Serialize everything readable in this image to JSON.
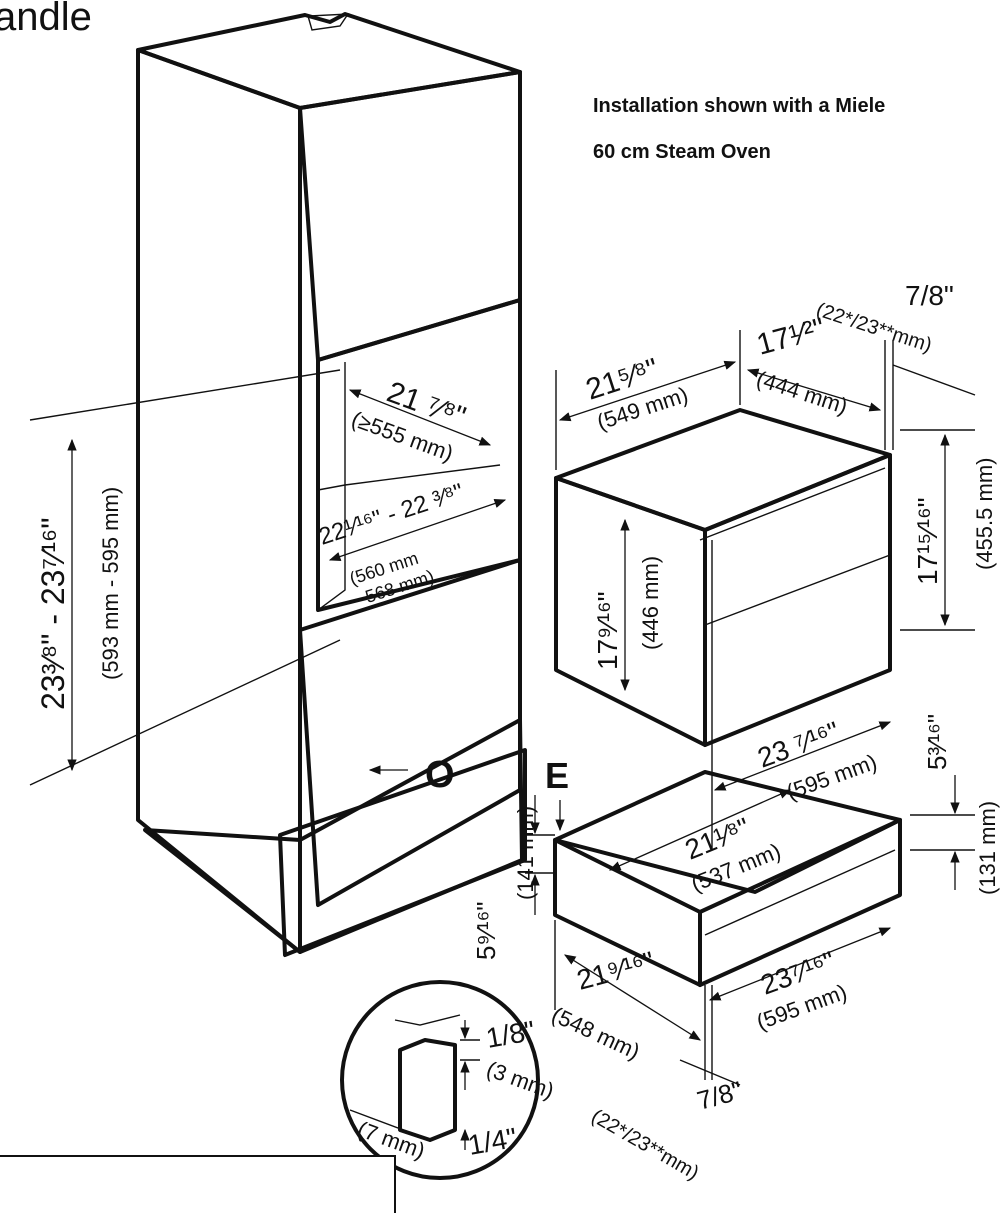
{
  "header_fragment": "andle",
  "note": {
    "line1": "Installation shown with a Miele",
    "line2": "60 cm Steam Oven"
  },
  "markers": {
    "o": "O",
    "e": "E"
  },
  "colors": {
    "cabinet": "#a7a9ac",
    "cabinet_dark": "#8a8c8f",
    "outline": "#111111",
    "background": "#ffffff"
  },
  "niche": {
    "height_in": "23³⁄⁸\" - 23⁷⁄¹⁶\"",
    "height_mm": "(593 mm - 595 mm)",
    "depth_in": "21 ⁷⁄⁸\"",
    "depth_mm": "(≥555 mm)",
    "width_in": "22¹⁄¹⁶\" - 22 ³⁄⁸\"",
    "width_mm_1": "(560 mm",
    "width_mm_2": "-568 mm)"
  },
  "oven": {
    "depth_in": "21⁵⁄⁸\"",
    "depth_mm": "(549 mm)",
    "body_depth_in": "17¹⁄²\"",
    "body_depth_mm": "(444 mm)",
    "front_in": "7/8\"",
    "front_mm": "(22*/23**mm)",
    "height_in": "17¹⁵⁄¹⁶\"",
    "height_mm": "(455.5 mm)",
    "inner_height_in": "17⁹⁄¹⁶\"",
    "inner_height_mm": "(446 mm)",
    "width_in": "23 ⁷⁄¹⁶\"",
    "width_mm": "(595 mm)"
  },
  "drawer": {
    "depth_in": "21¹⁄⁸\"",
    "depth_mm": "(537 mm)",
    "height_in": "5³⁄¹⁶\"",
    "height_mm": "(131 mm)",
    "gap_in": "5⁹⁄¹⁶\"",
    "gap_mm": "(141 mm)",
    "width_in": "23⁷⁄¹⁶\"",
    "width_mm": "(595 mm)",
    "body_width_in": "21⁹⁄¹⁶\"",
    "body_width_mm": "(548 mm)",
    "front_in": "7/8\"",
    "front_mm": "(22*/23**mm)"
  },
  "detail": {
    "top_in": "1/8\"",
    "top_mm": "(3 mm)",
    "bottom_in": "1/4\"",
    "bottom_mm": "(7 mm)"
  }
}
